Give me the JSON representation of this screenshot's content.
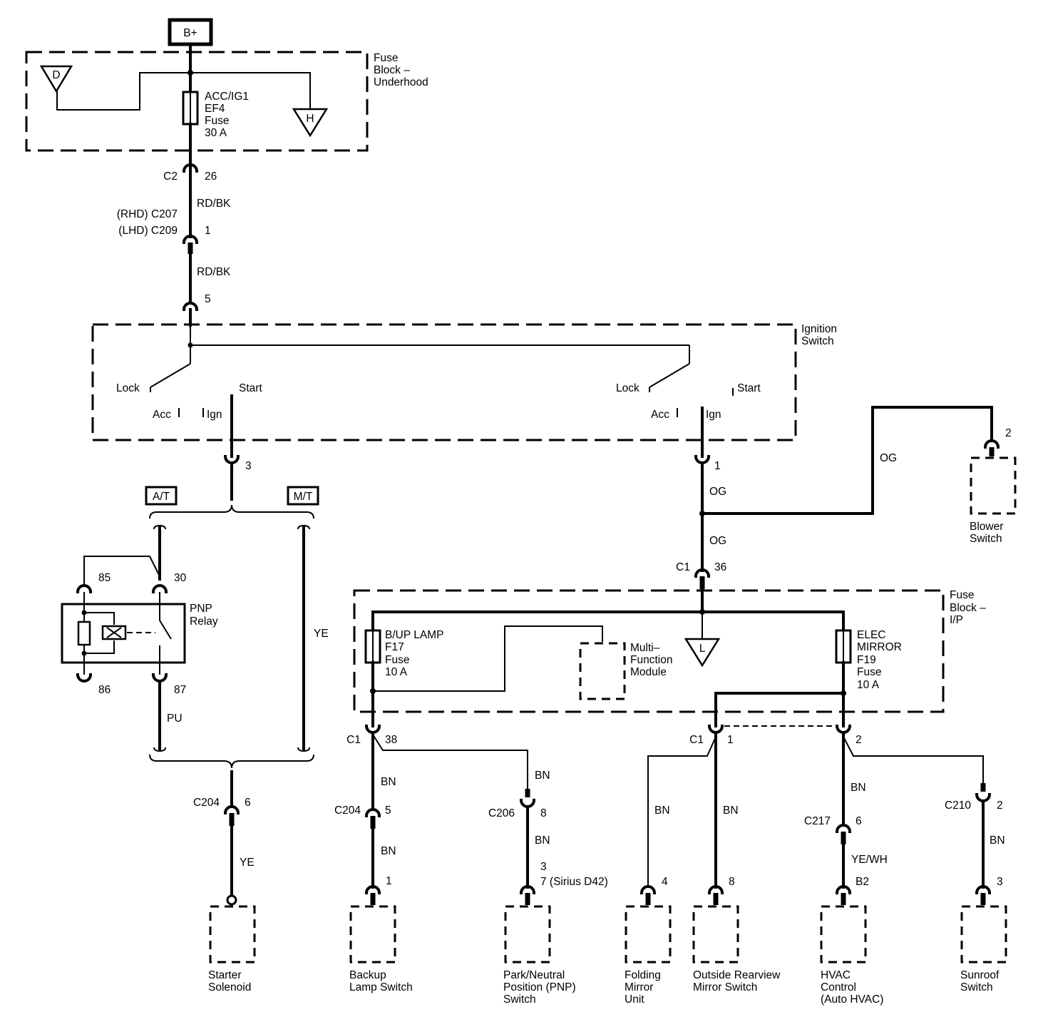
{
  "power_source": "B+",
  "fuse_block_underhood": {
    "label": [
      "Fuse",
      "Block –",
      "Underhood"
    ],
    "fuse": [
      "ACC/IG1",
      "EF4",
      "Fuse",
      "30 A"
    ],
    "ref_d": "D",
    "ref_h": "H"
  },
  "connectors_top": {
    "c2": "C2",
    "c2_pin": "26",
    "wire_1": "RD/BK",
    "c207": "(RHD) C207",
    "c209": "(LHD) C209",
    "c209_pin": "1",
    "wire_2": "RD/BK",
    "ign_pin": "5"
  },
  "ignition_switch": {
    "label": [
      "Ignition",
      "Switch"
    ],
    "left": {
      "lock": "Lock",
      "acc": "Acc",
      "ign": "Ign",
      "start": "Start"
    },
    "right": {
      "lock": "Lock",
      "acc": "Acc",
      "ign": "Ign",
      "start": "Start"
    },
    "start_pin": "3",
    "ign_out_pin": "1"
  },
  "transmission": {
    "at": "A/T",
    "mt": "M/T"
  },
  "pnp_relay": {
    "label": [
      "PNP",
      "Relay"
    ],
    "pin_85": "85",
    "pin_30": "30",
    "pin_86": "86",
    "pin_87": "87",
    "wire_87": "PU",
    "wire_mt": "YE"
  },
  "starter": {
    "connector": "C204",
    "pin": "6",
    "wire": "YE",
    "component": [
      "Starter",
      "Solenoid"
    ]
  },
  "og_circuit": {
    "wire_1": "OG",
    "wire_2": "OG",
    "wire_blower": "OG",
    "c1": "C1",
    "c1_pin": "36",
    "blower_pin": "2",
    "blower": [
      "Blower",
      "Switch"
    ]
  },
  "fuse_block_ip": {
    "label": [
      "Fuse",
      "Block –",
      "I/P"
    ],
    "fuse_f17": [
      "B/UP LAMP",
      "F17",
      "Fuse",
      "10 A"
    ],
    "fuse_f19": [
      "ELEC",
      "MIRROR",
      "F19",
      "Fuse",
      "10 A"
    ],
    "mfm": [
      "Multi–",
      "Function",
      "Module"
    ],
    "ref_l": "L"
  },
  "backup_branch": {
    "c1": "C1",
    "c1_pin": "38",
    "wire_a": "BN",
    "c204": "C204",
    "c204_pin": "5",
    "wire_b": "BN",
    "lamp_pin": "1",
    "lamp_switch": [
      "Backup",
      "Lamp Switch"
    ],
    "wire_c": "BN",
    "c206": "C206",
    "c206_pin": "8",
    "wire_d": "BN",
    "pnp_pin_1": "3",
    "pnp_pin_2": "7 (Sirius D42)",
    "pnp_switch": [
      "Park/Neutral",
      "Position (PNP)",
      "Switch"
    ]
  },
  "mirror_branch": {
    "c1": "C1",
    "c1_pin": "1",
    "c1b_pin": "2",
    "fold_wire": "BN",
    "fold_pin": "4",
    "fold_unit": [
      "Folding",
      "Mirror",
      "Unit"
    ],
    "orv_wire": "BN",
    "orv_pin": "8",
    "orv_switch": [
      "Outside Rearview",
      "Mirror Switch"
    ],
    "hvac_wire_a": "BN",
    "c217": "C217",
    "c217_pin": "6",
    "hvac_wire_b": "YE/WH",
    "hvac_pin": "B2",
    "hvac": [
      "HVAC",
      "Control",
      "(Auto HVAC)"
    ],
    "c210": "C210",
    "c210_pin": "2",
    "sunroof_wire": "BN",
    "sunroof_pin": "3",
    "sunroof": [
      "Sunroof",
      "Switch"
    ]
  }
}
